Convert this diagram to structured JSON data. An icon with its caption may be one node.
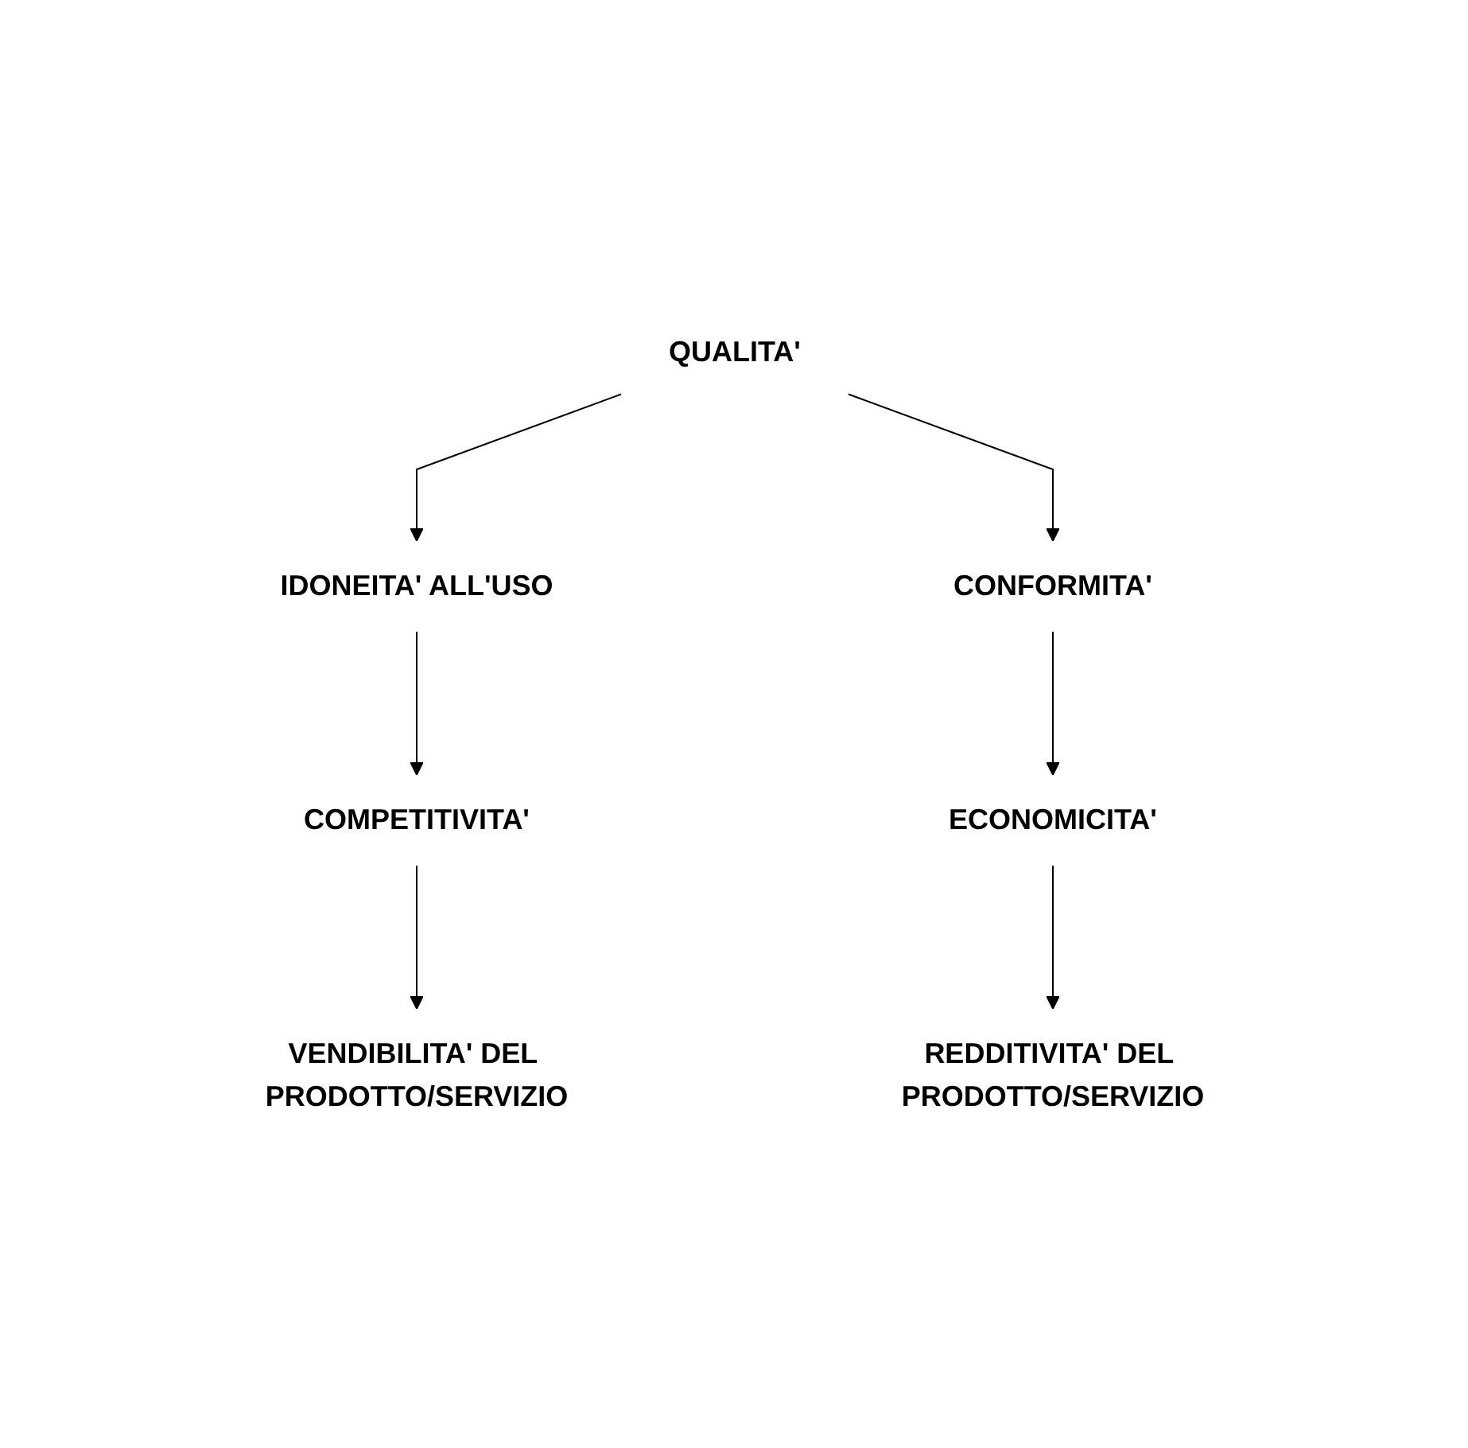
{
  "diagram": {
    "nodes": [
      {
        "text": [
          "QUALITA'"
        ]
      },
      {
        "text": [
          "IDONEITA' ALL'USO"
        ]
      },
      {
        "text": [
          "CONFORMITA'"
        ]
      },
      {
        "text": [
          "COMPETITIVITA'"
        ]
      },
      {
        "text": [
          "ECONOMICITA'"
        ]
      },
      {
        "text": [
          "VENDIBILITA' DEL PRODOTTO/SERVIZIO"
        ]
      },
      {
        "text": [
          "REDDITIVITA' DEL PRODOTTO/SERVIZIO"
        ]
      }
    ],
    "edges": [
      {
        "from": 0,
        "to": 1,
        "arrow": "to"
      },
      {
        "from": 0,
        "to": 2,
        "arrow": "to"
      },
      {
        "from": 1,
        "to": 3,
        "arrow": "to"
      },
      {
        "from": 2,
        "to": 4,
        "arrow": "to"
      },
      {
        "from": 3,
        "to": 5,
        "arrow": "to"
      },
      {
        "from": 4,
        "to": 6,
        "arrow": "to"
      }
    ]
  }
}
